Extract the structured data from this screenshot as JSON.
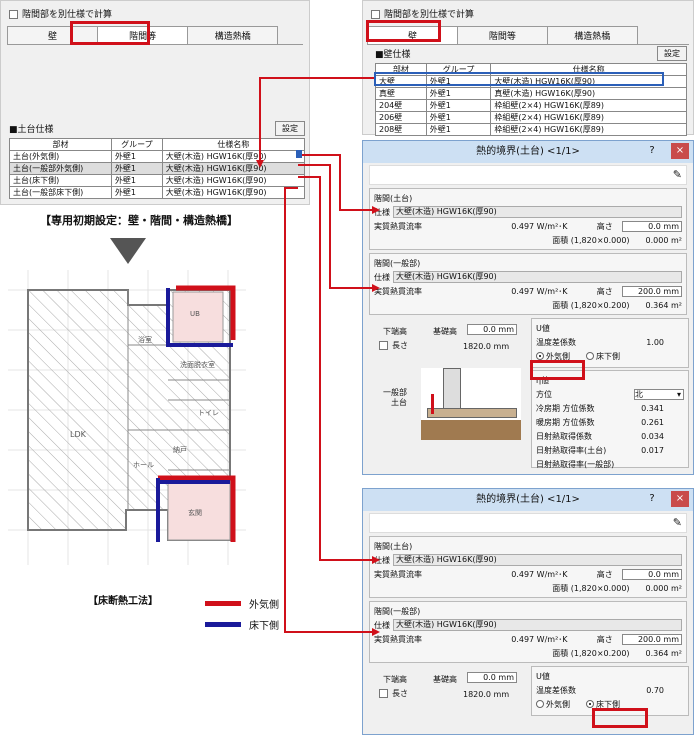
{
  "top_left": {
    "checkbox_label": "階間部を別仕様で計算",
    "tabs": [
      "壁",
      "階間等",
      "構造熱橋"
    ],
    "section": "■土台仕様",
    "setting_button": "設定",
    "headers": [
      "部材",
      "グループ",
      "仕様名称"
    ],
    "rows": [
      [
        "土台(外気側)",
        "外壁1",
        "大壁(木造) HGW16K(厚90)"
      ],
      [
        "土台(一般部外気側)",
        "外壁1",
        "大壁(木造) HGW16K(厚90)"
      ],
      [
        "土台(床下側)",
        "外壁1",
        "大壁(木造) HGW16K(厚90)"
      ],
      [
        "土台(一般部床下側)",
        "外壁1",
        "大壁(木造) HGW16K(厚90)"
      ]
    ]
  },
  "top_right": {
    "checkbox_label": "階間部を別仕様で計算",
    "tabs": [
      "壁",
      "階間等",
      "構造熱橋"
    ],
    "section": "■壁仕様",
    "setting_button": "設定",
    "headers": [
      "部材",
      "グループ",
      "仕様名称"
    ],
    "rows": [
      [
        "大壁",
        "外壁1",
        "大壁(木造) HGW16K(厚90)"
      ],
      [
        "真壁",
        "外壁1",
        "真壁(木造) HGW16K(厚90)"
      ],
      [
        "204壁",
        "外壁1",
        "枠組壁(2×4) HGW16K(厚89)"
      ],
      [
        "206壁",
        "外壁1",
        "枠組壁(2×4) HGW16K(厚89)"
      ],
      [
        "208壁",
        "外壁1",
        "枠組壁(2×4) HGW16K(厚89)"
      ]
    ]
  },
  "caption_top": "【専用初期設定：壁・階間・構造熱橋】",
  "caption_bottom": "【床断熱工法】",
  "legend": [
    {
      "label": "外気側",
      "color": "#d0101a"
    },
    {
      "label": "床下側",
      "color": "#1a1a9a"
    }
  ],
  "plan_labels": {
    "ub": "UB",
    "washroom": "洗面脱衣室",
    "bath": "浴室",
    "ldk": "LDK",
    "hall": "ホール",
    "toilet": "トイレ",
    "entrance": "玄関",
    "storage": "納戸"
  },
  "dialog1": {
    "title": "熱的境界(土台)  <1/1>",
    "help": "?",
    "close": "×",
    "sec1_title": "階間(土台)",
    "spec_label": "仕様",
    "spec1": "大壁(木造) HGW16K(厚90)",
    "flow_label": "実質熱貫流率",
    "flow_value": "0.497  W/m²･K",
    "height_label": "高さ",
    "height1": "0.0 mm",
    "area_label": "面積 (1,820×0.000)",
    "area1": "0.000  m²",
    "sec2_title": "階間(一般部)",
    "spec2": "大壁(木造) HGW16K(厚90)",
    "height2": "200.0 mm",
    "area2_label": "面積 (1,820×0.200)",
    "area2": "0.364  m²",
    "lower_label": "下端高",
    "base_label": "基礎高",
    "base_value": "0.0 mm",
    "length_label": "長さ",
    "length_value": "1820.0 mm",
    "u_title": "U値",
    "temp_label": "温度差係数",
    "temp_value": "1.00",
    "outside": "外気側",
    "underfloor": "床下側",
    "eta_title": "η値",
    "dir_label": "方位",
    "dir_value": "北",
    "cool_label": "冷房期 方位係数",
    "cool_value": "0.341",
    "heat_label": "暖房期 方位係数",
    "heat_value": "0.261",
    "solar_label": "日射熱取得係数",
    "solar_value": "0.034",
    "solar2_label": "日射熱取得率(土台)",
    "solar2_value": "0.017",
    "solar3_label": "日射熱取得率(一般部)",
    "diagram_label1": "一般部",
    "diagram_label2": "土台"
  },
  "dialog2": {
    "title": "熱的境界(土台)  <1/1>",
    "help": "?",
    "close": "×",
    "sec1_title": "階間(土台)",
    "spec_label": "仕様",
    "spec1": "大壁(木造) HGW16K(厚90)",
    "flow_label": "実質熱貫流率",
    "flow_value": "0.497  W/m²･K",
    "height_label": "高さ",
    "height1": "0.0 mm",
    "area_label": "面積 (1,820×0.000)",
    "area1": "0.000  m²",
    "sec2_title": "階間(一般部)",
    "spec2": "大壁(木造) HGW16K(厚90)",
    "height2": "200.0 mm",
    "area2_label": "面積 (1,820×0.200)",
    "area2": "0.364  m²",
    "lower_label": "下端高",
    "base_label": "基礎高",
    "base_value": "0.0 mm",
    "length_label": "長さ",
    "length_value": "1820.0 mm",
    "u_title": "U値",
    "temp_label": "温度差係数",
    "temp_value": "0.70",
    "outside": "外気側",
    "underfloor": "床下側"
  }
}
